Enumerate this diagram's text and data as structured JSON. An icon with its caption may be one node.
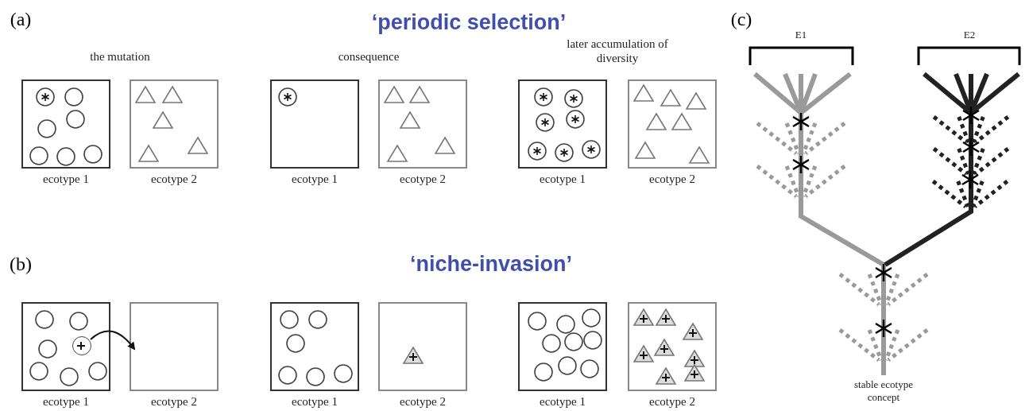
{
  "diagram": {
    "nodes": [
      {
        "text": [
          "ecotype 1"
        ]
      },
      {
        "text": [
          "ecotype 2"
        ]
      },
      {
        "text": [
          "ecotype 1"
        ]
      },
      {
        "text": [
          "ecotype 2"
        ]
      },
      {
        "text": [
          "ecotype 1"
        ]
      },
      {
        "text": [
          "ecotype 2"
        ]
      },
      {
        "text": [
          "ecotype 1"
        ]
      },
      {
        "text": [
          "ecotype 2"
        ]
      },
      {
        "text": [
          "ecotype 1"
        ]
      },
      {
        "text": [
          "ecotype 2"
        ]
      },
      {
        "text": [
          "ecotype 1"
        ]
      },
      {
        "text": [
          "ecotype 2"
        ]
      },
      {
        "text": [],
        "shape": "circle",
        "in": 6
      }
    ],
    "edges": [
      {
        "from": 12,
        "to": 7,
        "arrow": "to"
      }
    ],
    "labels": [
      "(a)",
      "‘periodic selection’",
      "the mutation",
      "consequence",
      "later accumulation of diversity",
      "(b)",
      "‘niche-invasion’",
      "(c)",
      "E1",
      "E2",
      "stable ecotype concept"
    ]
  }
}
